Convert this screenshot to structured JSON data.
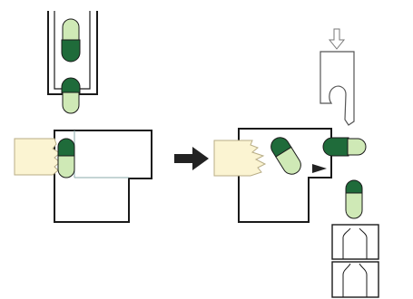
{
  "figure": {
    "text": [],
    "colors": {
      "capsule_cap": "#1f6b3a",
      "capsule_body": "#cfe9b6",
      "pusher_fill": "#fbf4d2",
      "line": "#1a1a1a",
      "background": "#ffffff"
    },
    "parts": {
      "left_stage": [
        "capsule-feed-tube",
        "rectifier-block",
        "pusher",
        "capsule-in-slot"
      ],
      "transition": [
        "process-arrow"
      ],
      "right_stage": [
        "rectifier-block",
        "pusher",
        "tilted-capsule",
        "horizontal-capsule",
        "direction-arrowhead",
        "blade-plunger",
        "down-arrow",
        "falling-capsule",
        "receiving-guide"
      ]
    }
  }
}
